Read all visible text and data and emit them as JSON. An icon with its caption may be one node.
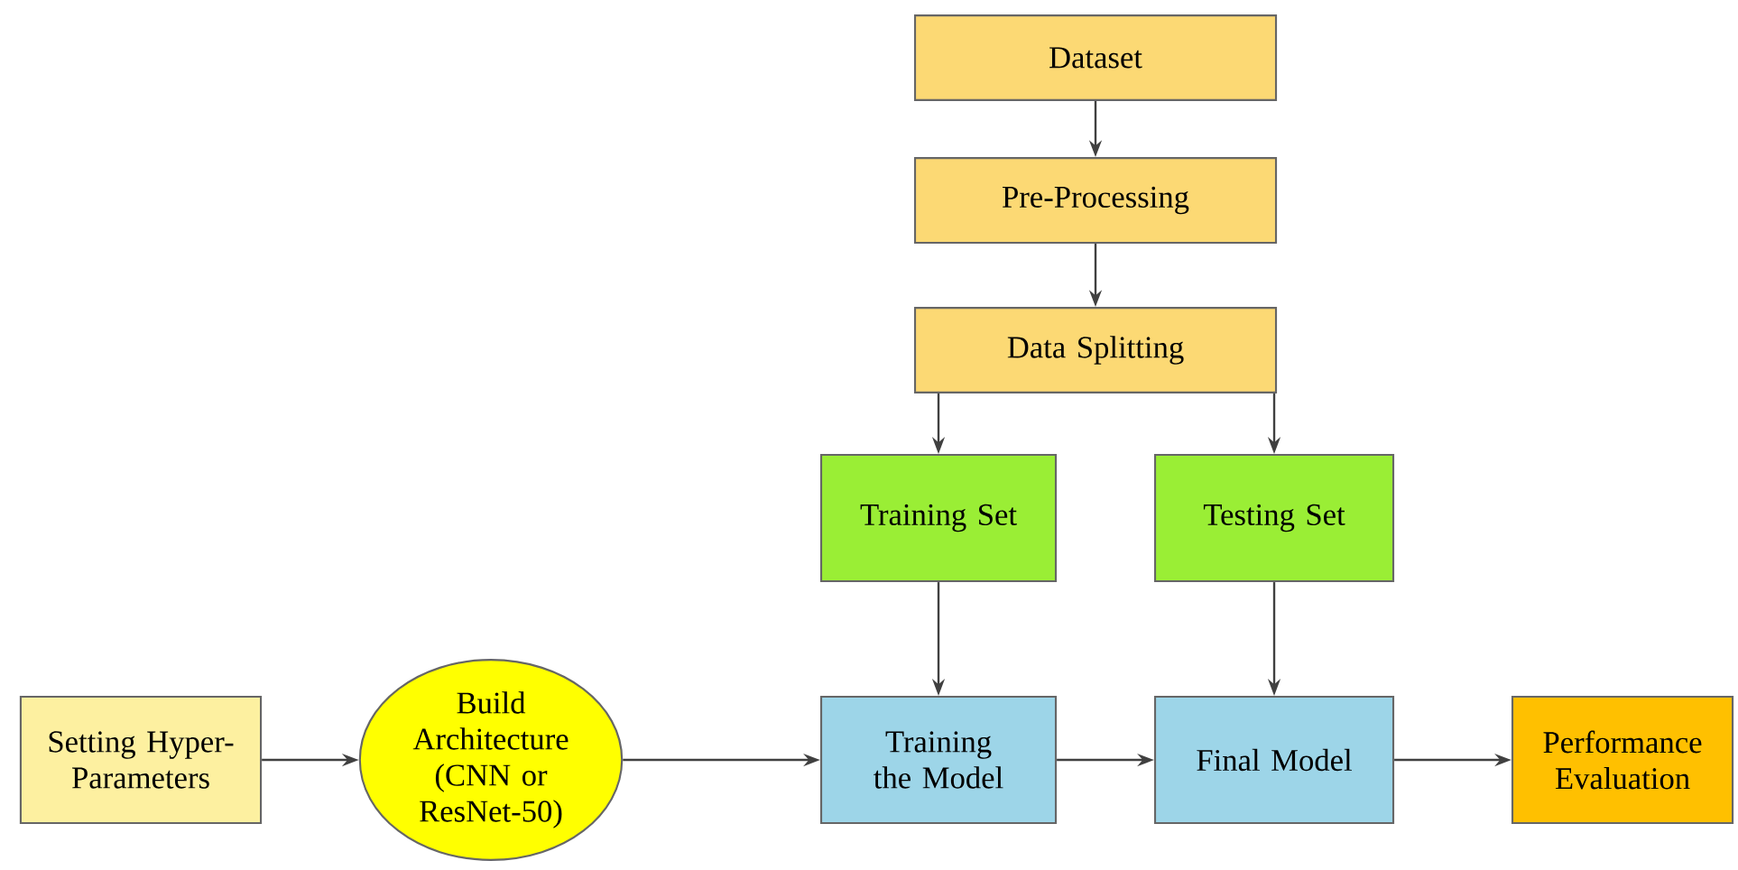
{
  "diagram": {
    "nodes": [
      {
        "text": [
          "Dataset"
        ]
      },
      {
        "text": [
          "Pre-Processing"
        ]
      },
      {
        "text": [
          "Data Splitting"
        ]
      },
      {
        "text": [
          "Training Set"
        ]
      },
      {
        "text": [
          "Testing Set"
        ]
      },
      {
        "text": [
          "Setting Hyper-Parameters"
        ]
      },
      {
        "text": [
          "Build Architecture (CNN or ResNet-50)"
        ]
      },
      {
        "text": [
          "Training the Model"
        ]
      },
      {
        "text": [
          "Final Model"
        ]
      },
      {
        "text": [
          "Performance Evaluation"
        ]
      }
    ],
    "edges": [
      {
        "from": 0,
        "to": 1,
        "arrow": "to"
      },
      {
        "from": 1,
        "to": 2,
        "arrow": "to"
      },
      {
        "from": 2,
        "to": 3,
        "arrow": "to"
      },
      {
        "from": 2,
        "to": 4,
        "arrow": "to"
      },
      {
        "from": 3,
        "to": 7,
        "arrow": "to"
      },
      {
        "from": 4,
        "to": 8,
        "arrow": "to"
      },
      {
        "from": 5,
        "to": 6,
        "arrow": "to"
      },
      {
        "from": 6,
        "to": 7,
        "arrow": "to"
      },
      {
        "from": 7,
        "to": 8,
        "arrow": "to"
      },
      {
        "from": 8,
        "to": 9,
        "arrow": "to"
      }
    ]
  }
}
